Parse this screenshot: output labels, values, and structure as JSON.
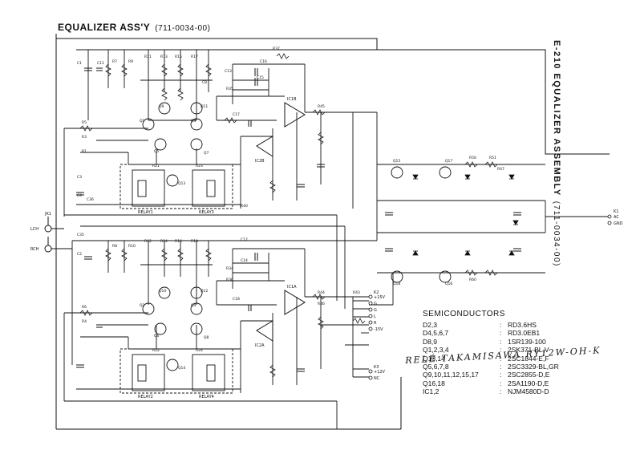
{
  "header": {
    "title": "EQUALIZER ASS'Y",
    "part_number": "(711-0034-00)"
  },
  "side_title": {
    "text": "E-210 EQUALIZER ASSEMBLY",
    "part_number": "(711-0034-00)"
  },
  "relays": [
    "RELAY1",
    "RELAY3",
    "RELAY2",
    "RELAY4"
  ],
  "opamps": [
    "IC1B",
    "IC2B",
    "IC1A",
    "IC2A"
  ],
  "input_labels": [
    "LCH",
    "RCH",
    "JK1"
  ],
  "output_connectors": [
    "K1",
    "K2",
    "K3"
  ],
  "output_pins": {
    "k1": [
      "AC",
      "GND"
    ],
    "k2": [
      "+15V",
      "G",
      "G",
      "L",
      "R",
      "-15V"
    ],
    "k3": [
      "+12V",
      "NC"
    ]
  },
  "component_labels": {
    "top": [
      "C1",
      "C4",
      "C11",
      "R7",
      "R9",
      "R11",
      "R13",
      "R15",
      "R17",
      "C8",
      "C13",
      "C15",
      "C16",
      "R35",
      "R37",
      "R45",
      "Q1",
      "Q3",
      "Q5",
      "Q7",
      "Q9",
      "Q11",
      "C17",
      "R40",
      "R21",
      "R23",
      "Q13",
      "C3",
      "C36",
      "R5",
      "R3",
      "R1"
    ],
    "bottom": [
      "C2",
      "C35",
      "R8",
      "R10",
      "R12",
      "R14",
      "R16",
      "R18",
      "C12",
      "C14",
      "R34",
      "R36",
      "R44",
      "R46",
      "Q2",
      "Q4",
      "Q6",
      "Q8",
      "Q10",
      "Q12",
      "C18",
      "R22",
      "R24",
      "Q14",
      "R6",
      "R4",
      "R43"
    ],
    "right": [
      "Q15",
      "Q16",
      "Q17",
      "Q18",
      "R50",
      "R51",
      "R47",
      "R60"
    ]
  },
  "semiconductors": {
    "title": "SEMICONDUCTORS",
    "rows": [
      {
        "designator": "D2,3",
        "part": "RD3.6HS"
      },
      {
        "designator": "D4,5,6,7",
        "part": "RD3.0EB1"
      },
      {
        "designator": "D8,9",
        "part": "1SR139-100"
      },
      {
        "designator": "Q1,2,3,4",
        "part": "2SK371-BL,V"
      },
      {
        "designator": "Q13,14",
        "part": "2SC1844-E,F"
      },
      {
        "designator": "Q5,6,7,8",
        "part": "2SC3329-BL,GR"
      },
      {
        "designator": "Q9,10,11,12,15,17",
        "part": "2SC2855-D,E"
      },
      {
        "designator": "Q16,18",
        "part": "2SA1190-D,E"
      },
      {
        "designator": "IC1,2",
        "part": "NJM4580D-D"
      }
    ]
  },
  "handwritten_note": "RELÉ TAKAMISAWA RY12W-OH-K",
  "colors": {
    "ink": "#111111",
    "paper": "#ffffff"
  }
}
